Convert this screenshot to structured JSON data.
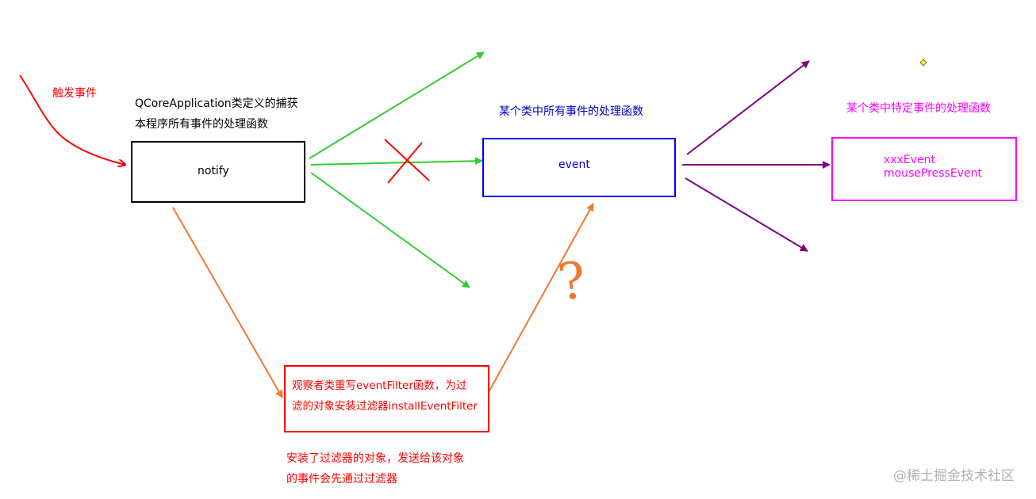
{
  "colors": {
    "black": "#000000",
    "red": "#ff0000",
    "green": "#33cc33",
    "blue": "#0000ff",
    "purple": "#800080",
    "magenta": "#ff00ff",
    "orange": "#f07830",
    "watermark": "#b0b0b0"
  },
  "texts": {
    "trigger_event": "触发事件",
    "qcore_caption": "QCoreApplication类定义的捕获\n本程序所有事件的处理函数",
    "notify": "notify",
    "all_events_caption": "某个类中所有事件的处理函数",
    "event": "event",
    "specific_events_caption": "某个类中特定事件的处理函数",
    "specific_events": "xxxEvent\nmousePressEvent",
    "observer_box": "观察者类重写eventFilter函数，为过\n滤的对象安装过滤器installEventFilter",
    "filter_note": "安装了过滤器的对象，发送给该对象\n的事件会先通过过滤器",
    "question_mark": "?",
    "watermark": "@稀土掘金技术社区"
  }
}
